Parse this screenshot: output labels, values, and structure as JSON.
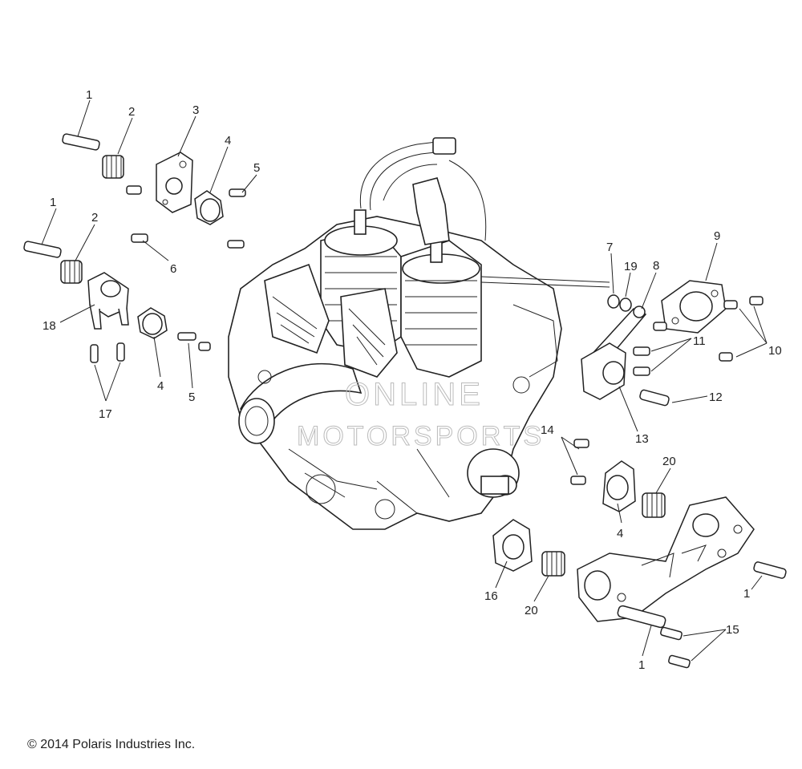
{
  "diagram": {
    "callouts": {
      "c1a": "1",
      "c2a": "2",
      "c3": "3",
      "c4a": "4",
      "c5a": "5",
      "c1b": "1",
      "c2b": "2",
      "c18": "18",
      "c6": "6",
      "c17": "17",
      "c4b": "4",
      "c5b": "5",
      "c7": "7",
      "c19": "19",
      "c8": "8",
      "c9": "9",
      "c10": "10",
      "c11": "11",
      "c12": "12",
      "c13": "13",
      "c14": "14",
      "c20a": "20",
      "c4c": "4",
      "c16": "16",
      "c20b": "20",
      "c1c": "1",
      "c15": "15",
      "c1d": "1"
    },
    "watermark": {
      "line1": "ONLINE",
      "line2": "MOTORSPORTS"
    }
  },
  "footer": {
    "copyright": "© 2014 Polaris Industries Inc."
  }
}
